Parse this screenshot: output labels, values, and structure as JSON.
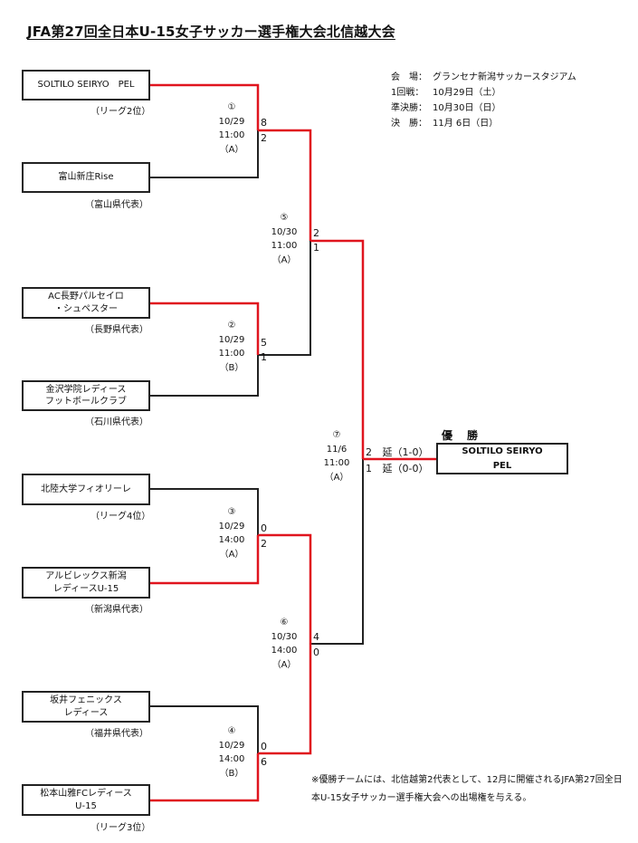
{
  "title": "JFA第27回全日本U-15女子サッカー選手権大会北信越大会",
  "info": {
    "venue_label": "会　場：",
    "venue": "グランセナ新潟サッカースタジアム",
    "r1_label": "1回戦：",
    "r1_date": "10月29日（土）",
    "sf_label": "準決勝：",
    "sf_date": "10月30日（日）",
    "final_label": "決　勝：",
    "final_date": "11月 6日（日）"
  },
  "teams": [
    {
      "line1": "SOLTILO SEIRYO　PEL",
      "line2": "",
      "note": "（リーグ2位）"
    },
    {
      "line1": "富山新庄Rise",
      "line2": "",
      "note": "（富山県代表）"
    },
    {
      "line1": "AC長野パルセイロ",
      "line2": "・シュペスター",
      "note": "（長野県代表）"
    },
    {
      "line1": "金沢学院レディース",
      "line2": "フットボールクラブ",
      "note": "（石川県代表）"
    },
    {
      "line1": "北陸大学フィオリーレ",
      "line2": "",
      "note": "（リーグ4位）"
    },
    {
      "line1": "アルビレックス新潟",
      "line2": "レディースU-15",
      "note": "（新潟県代表）"
    },
    {
      "line1": "坂井フェニックス",
      "line2": "レディース",
      "note": "（福井県代表）"
    },
    {
      "line1": "松本山雅FCレディース",
      "line2": "U-15",
      "note": "（リーグ3位）"
    }
  ],
  "matches": [
    {
      "num": "①",
      "date": "10/29",
      "time": "11:00",
      "court": "（A）",
      "score_top": "8",
      "score_bottom": "2"
    },
    {
      "num": "②",
      "date": "10/29",
      "time": "11:00",
      "court": "（B）",
      "score_top": "5",
      "score_bottom": "1"
    },
    {
      "num": "③",
      "date": "10/29",
      "time": "14:00",
      "court": "（A）",
      "score_top": "0",
      "score_bottom": "2"
    },
    {
      "num": "④",
      "date": "10/29",
      "time": "14:00",
      "court": "（B）",
      "score_top": "0",
      "score_bottom": "6"
    },
    {
      "num": "⑤",
      "date": "10/30",
      "time": "11:00",
      "court": "（A）",
      "score_top": "2",
      "score_bottom": "1"
    },
    {
      "num": "⑥",
      "date": "10/30",
      "time": "14:00",
      "court": "（A）",
      "score_top": "4",
      "score_bottom": "0"
    },
    {
      "num": "⑦",
      "date": "11/6",
      "time": "11:00",
      "court": "（A）",
      "score_top": "2",
      "score_bottom": "1",
      "et_top": "延（1-0）",
      "et_bottom": "延（0-0）"
    }
  ],
  "winner": {
    "label": "優　勝",
    "line1": "SOLTILO  SEIRYO",
    "line2": "PEL"
  },
  "footnote": "※優勝チームには、北信越第2代表として、12月に開催されるJFA第27回全日本U-15女子サッカー選手権大会への出場権を与える。",
  "colors": {
    "win_line": "#e0141e",
    "line": "#222222"
  }
}
